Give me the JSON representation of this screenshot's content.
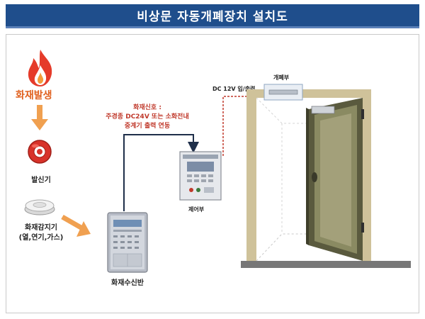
{
  "title": "비상문 자동개폐장치 설치도",
  "labels": {
    "fire": "화재발생",
    "transmitter": "발신기",
    "detector_line1": "화재감지기",
    "detector_line2": "(열,연기,가스)",
    "receiver": "화재수신반",
    "controller": "제어부",
    "opener": "개폐부"
  },
  "signal": {
    "line1": "화재신호 :",
    "line2": "주경종 DC24V 또는 소화전내",
    "line3": "중계기 출력 연동"
  },
  "power": {
    "label": "DC 12V 입/출력"
  },
  "colors": {
    "title_bg": "#1f4e8c",
    "fire_red": "#e53b2a",
    "fire_orange": "#f39c3b",
    "arrow_orange": "#f0a050",
    "signal_text": "#c0392b",
    "dashed_red": "#c0392b",
    "door_frame": "#cfc29a",
    "door_leaf": "#5a5a3e",
    "floor": "#777777"
  },
  "icons": {
    "fire": "flame-icon",
    "transmitter": "fire-alarm-button-icon",
    "detector": "smoke-detector-icon",
    "receiver": "fire-receiver-panel-icon",
    "controller": "control-panel-icon",
    "opener": "door-opener-icon"
  }
}
